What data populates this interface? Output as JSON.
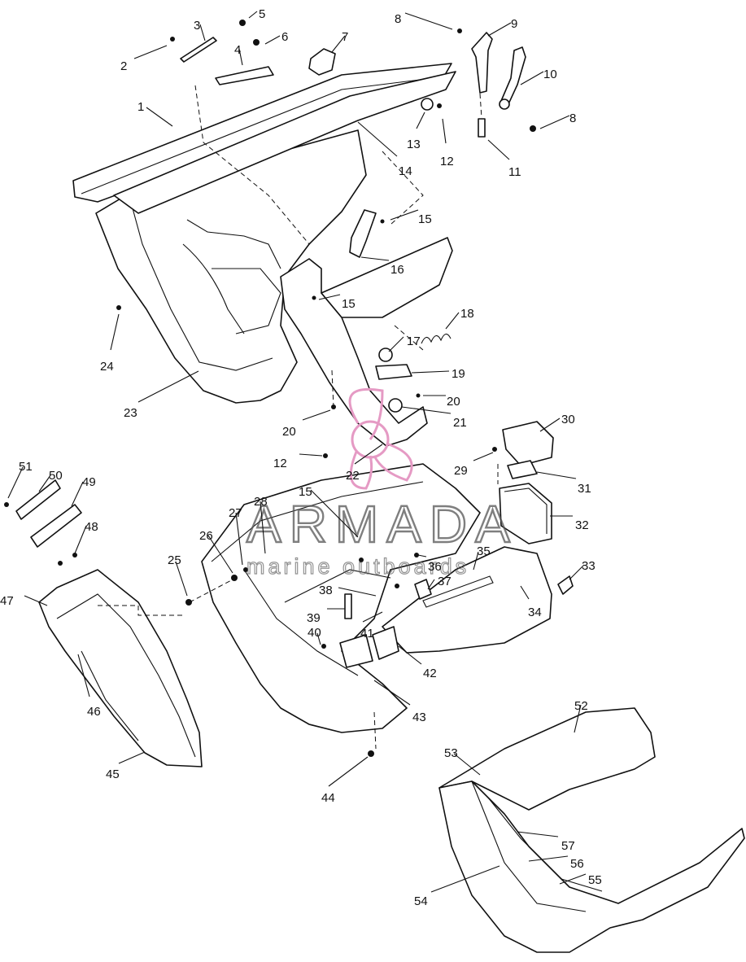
{
  "diagram": {
    "type": "exploded-parts-diagram",
    "watermark": {
      "brand": "ARMADA",
      "tagline": "marine outboards",
      "logo_color": "#e59ac4"
    },
    "callouts": [
      {
        "id": "c1",
        "label": "1"
      },
      {
        "id": "c2",
        "label": "2"
      },
      {
        "id": "c3",
        "label": "3"
      },
      {
        "id": "c4",
        "label": "4"
      },
      {
        "id": "c5",
        "label": "5"
      },
      {
        "id": "c6",
        "label": "6"
      },
      {
        "id": "c7",
        "label": "7"
      },
      {
        "id": "c8a",
        "label": "8"
      },
      {
        "id": "c8b",
        "label": "8"
      },
      {
        "id": "c9",
        "label": "9"
      },
      {
        "id": "c10",
        "label": "10"
      },
      {
        "id": "c11",
        "label": "11"
      },
      {
        "id": "c12a",
        "label": "12"
      },
      {
        "id": "c12b",
        "label": "12"
      },
      {
        "id": "c13",
        "label": "13"
      },
      {
        "id": "c14",
        "label": "14"
      },
      {
        "id": "c15a",
        "label": "15"
      },
      {
        "id": "c15b",
        "label": "15"
      },
      {
        "id": "c15c",
        "label": "15"
      },
      {
        "id": "c16",
        "label": "16"
      },
      {
        "id": "c17",
        "label": "17"
      },
      {
        "id": "c18",
        "label": "18"
      },
      {
        "id": "c19",
        "label": "19"
      },
      {
        "id": "c20a",
        "label": "20"
      },
      {
        "id": "c20b",
        "label": "20"
      },
      {
        "id": "c21",
        "label": "21"
      },
      {
        "id": "c22",
        "label": "22"
      },
      {
        "id": "c23",
        "label": "23"
      },
      {
        "id": "c24",
        "label": "24"
      },
      {
        "id": "c25",
        "label": "25"
      },
      {
        "id": "c26",
        "label": "26"
      },
      {
        "id": "c27",
        "label": "27"
      },
      {
        "id": "c28",
        "label": "28"
      },
      {
        "id": "c29",
        "label": "29"
      },
      {
        "id": "c30",
        "label": "30"
      },
      {
        "id": "c31",
        "label": "31"
      },
      {
        "id": "c32",
        "label": "32"
      },
      {
        "id": "c33",
        "label": "33"
      },
      {
        "id": "c34",
        "label": "34"
      },
      {
        "id": "c35",
        "label": "35"
      },
      {
        "id": "c36",
        "label": "36"
      },
      {
        "id": "c37",
        "label": "37"
      },
      {
        "id": "c38",
        "label": "38"
      },
      {
        "id": "c39",
        "label": "39"
      },
      {
        "id": "c40",
        "label": "40"
      },
      {
        "id": "c41",
        "label": "41"
      },
      {
        "id": "c42",
        "label": "42"
      },
      {
        "id": "c43",
        "label": "43"
      },
      {
        "id": "c44",
        "label": "44"
      },
      {
        "id": "c45",
        "label": "45"
      },
      {
        "id": "c46",
        "label": "46"
      },
      {
        "id": "c47",
        "label": "47"
      },
      {
        "id": "c48",
        "label": "48"
      },
      {
        "id": "c49",
        "label": "49"
      },
      {
        "id": "c50",
        "label": "50"
      },
      {
        "id": "c51",
        "label": "51"
      },
      {
        "id": "c52",
        "label": "52"
      },
      {
        "id": "c53",
        "label": "53"
      },
      {
        "id": "c54",
        "label": "54"
      },
      {
        "id": "c55",
        "label": "55"
      },
      {
        "id": "c56",
        "label": "56"
      },
      {
        "id": "c57",
        "label": "57"
      }
    ]
  }
}
